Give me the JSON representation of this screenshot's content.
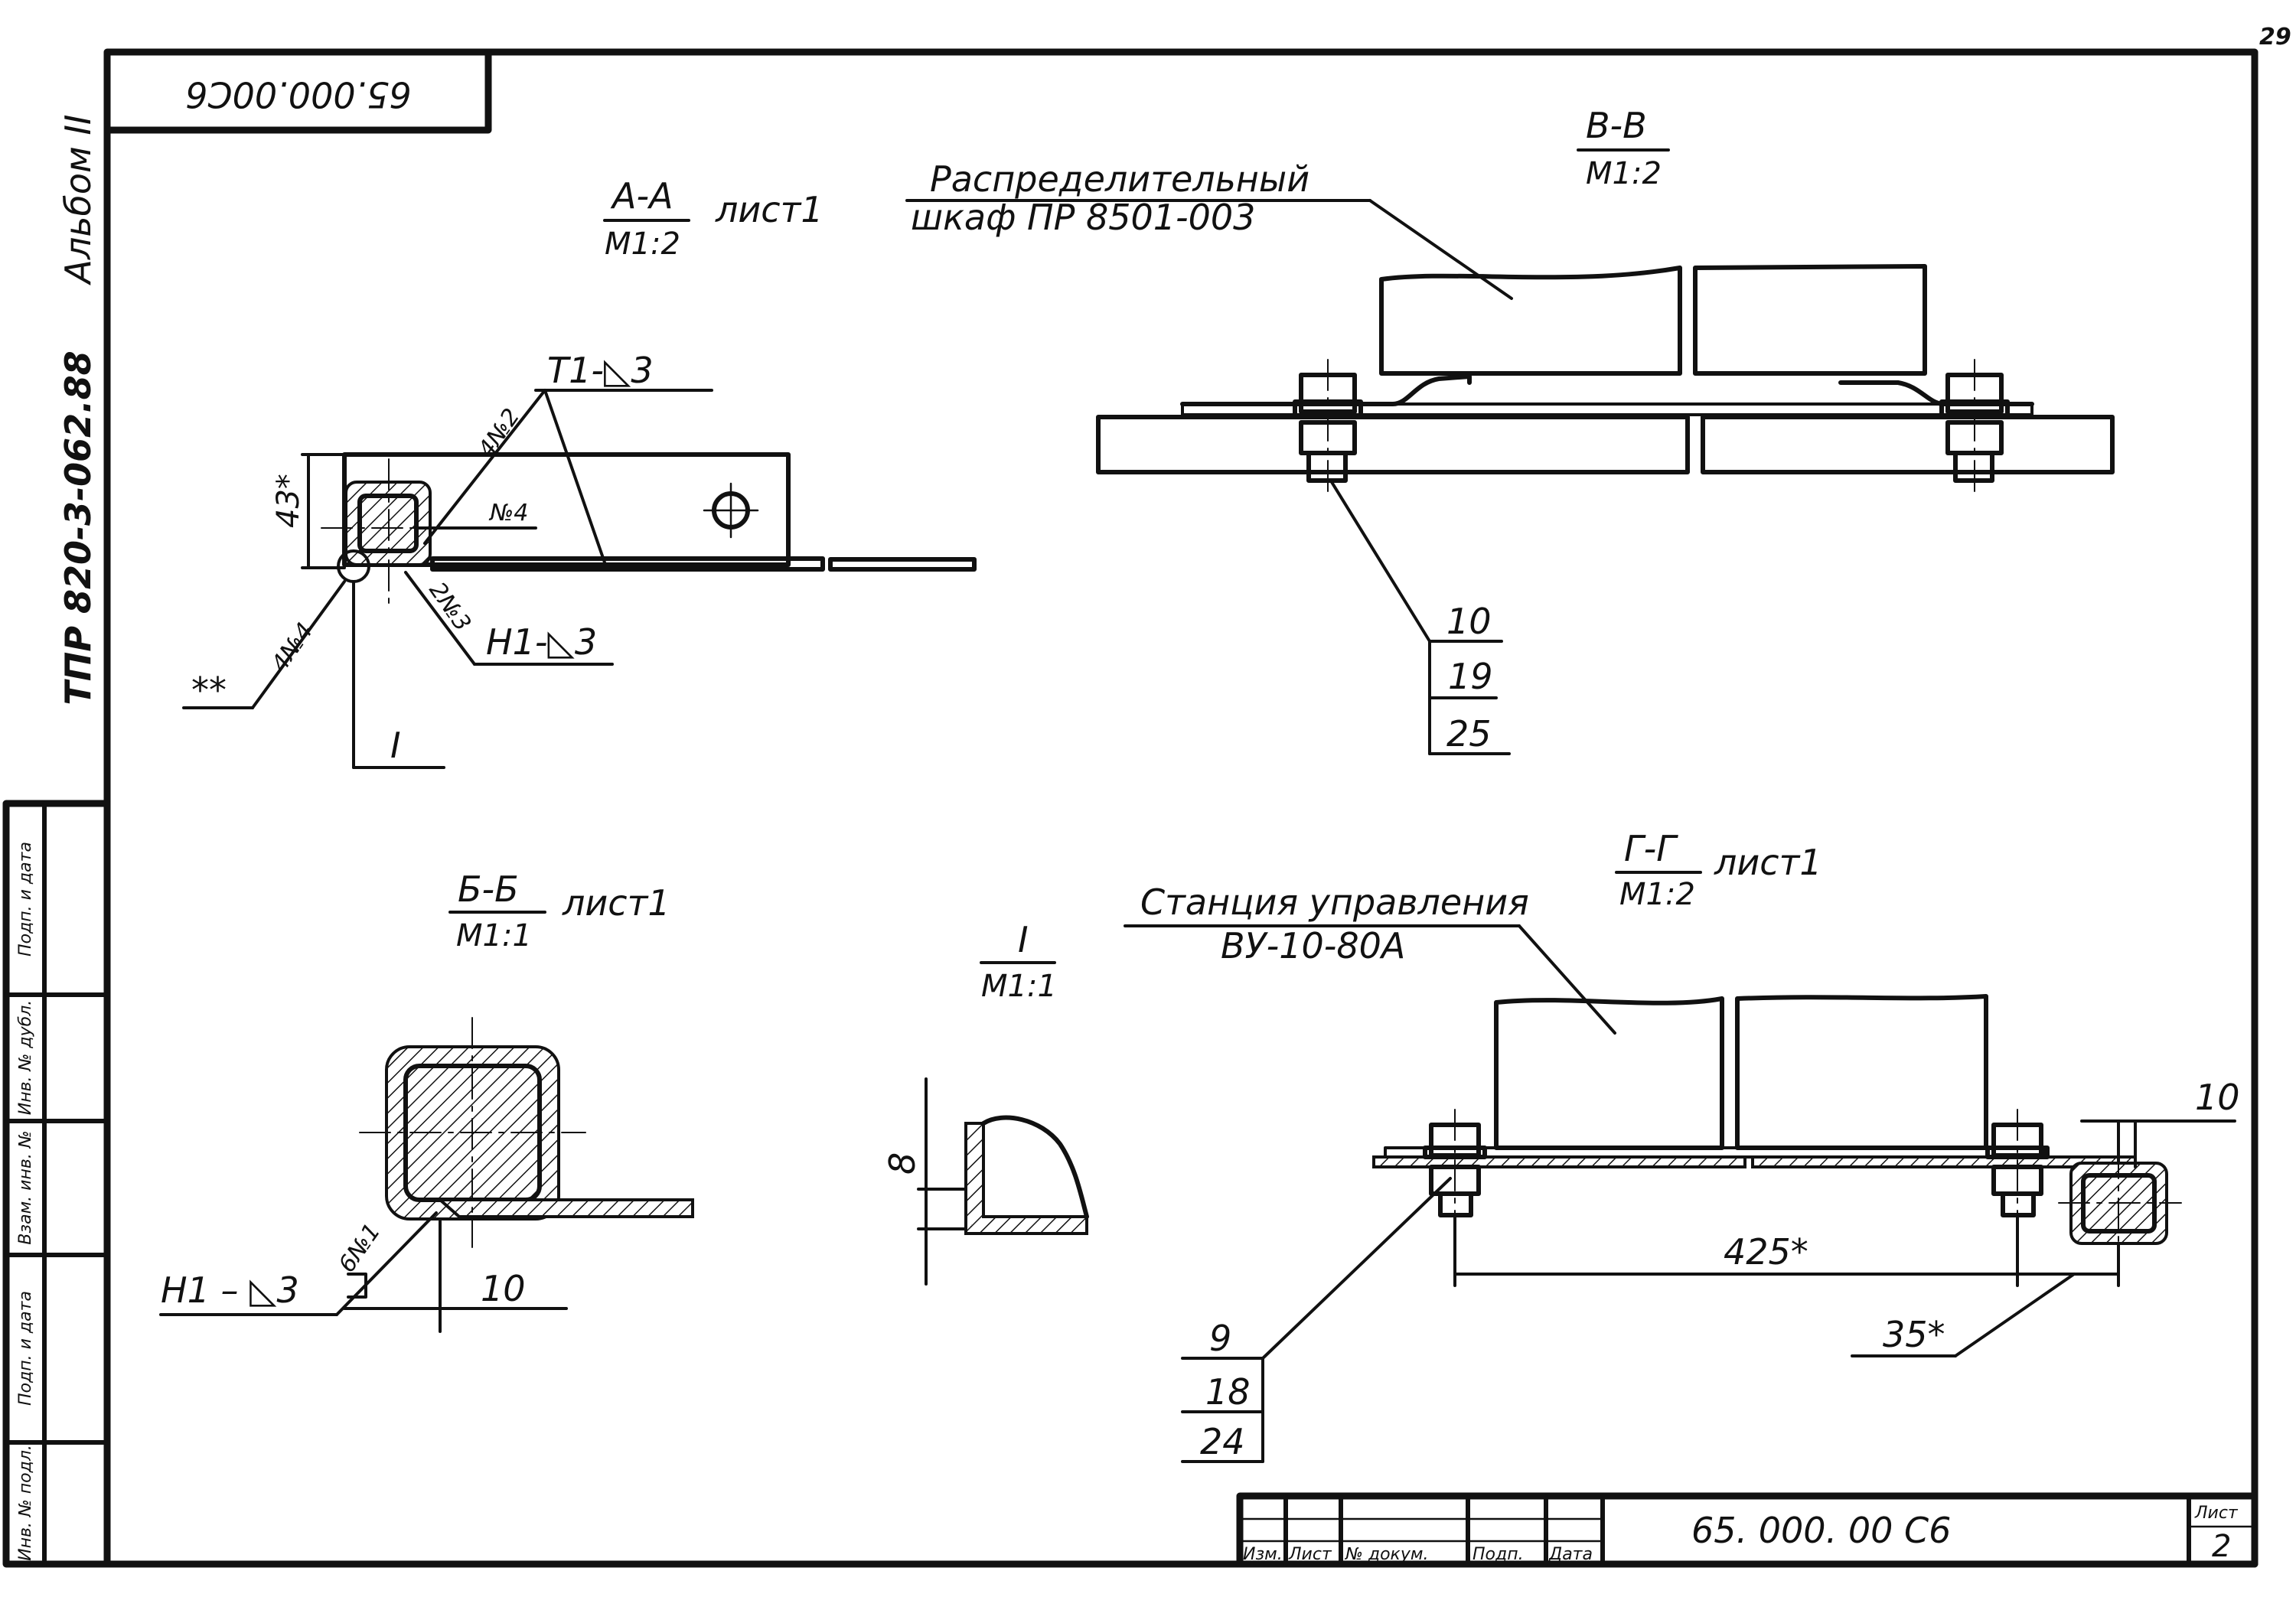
{
  "sheet": {
    "page_number": "29",
    "rotated_code": "65.000.00C6",
    "side_album": "Альбом II",
    "side_project": "ТПР 820-3-062.88",
    "side_fields": [
      "Подп. и дата",
      "Инв. № дубл.",
      "Взам. инв. №",
      "Подп. и дата",
      "Инв. № подл."
    ],
    "stamp_headers": [
      "Изм.",
      "Лист",
      "№ докум.",
      "Подп.",
      "Дата"
    ],
    "doc_number": "65. 000. 00 С6",
    "sheet_label": "Лист",
    "sheet_value": "2"
  },
  "section_aa": {
    "title": "А-А",
    "scale": "М1:2",
    "ref": "лист1",
    "weld_top": "Т1-◺3",
    "weld_bottom": "Н1-◺3",
    "dim_height": "43*",
    "pos_2": "4№2",
    "pos_4": "№4",
    "pos_3": "2№3",
    "pos_4b": "4№4",
    "mark": "**",
    "detail_ref": "I"
  },
  "section_vv": {
    "title": "В-В",
    "scale": "М1:2",
    "cabinet_line1": "Распределительный",
    "cabinet_line2": "шкаф ПР 8501-003",
    "callouts": [
      "10",
      "19",
      "25"
    ]
  },
  "section_bb": {
    "title": "Б-Б",
    "scale": "М1:1",
    "ref": "лист1",
    "weld": "Н1 – ◺3",
    "pos": "6№1",
    "dim": "10"
  },
  "detail_i": {
    "title": "I",
    "scale": "М1:1",
    "dim": "8"
  },
  "section_gg": {
    "title": "Г-Г",
    "scale": "М1:2",
    "ref": "лист1",
    "station_line1": "Станция управления",
    "station_line2": "ВУ-10-80А",
    "dim_425": "425*",
    "dim_35": "35*",
    "dim_10": "10",
    "callouts": [
      "9",
      "18",
      "24"
    ]
  }
}
